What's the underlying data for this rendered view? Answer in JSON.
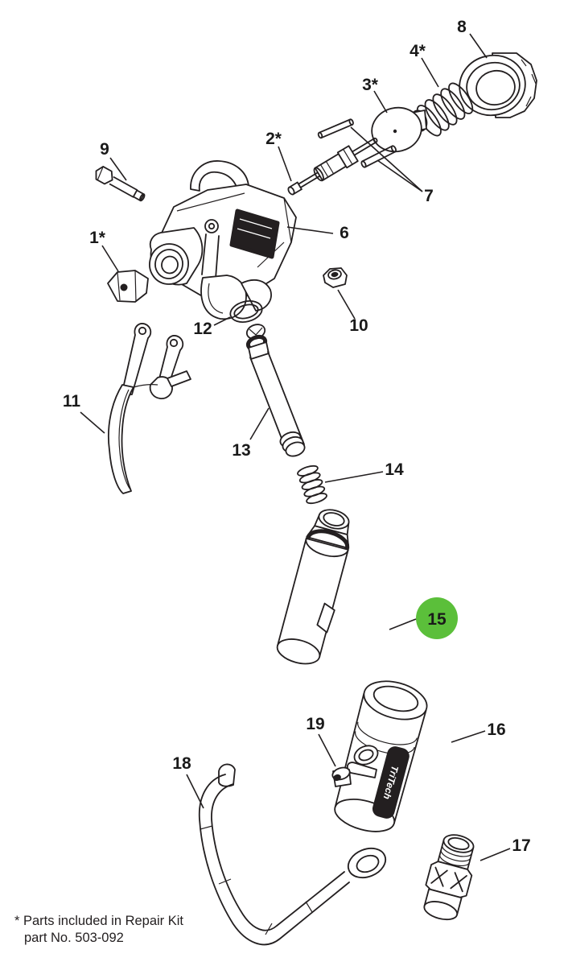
{
  "diagram": {
    "kind": "exploded-parts-diagram",
    "ink_color": "#231f20",
    "background_color": "#ffffff",
    "brand_label": "TriTech",
    "highlight": {
      "part": "15",
      "color": "#5bbf3a",
      "text_color": "#111111"
    },
    "callouts": {
      "p1": "1*",
      "p2": "2*",
      "p3": "3*",
      "p4": "4*",
      "p6": "6",
      "p7": "7",
      "p8": "8",
      "p9": "9",
      "p10": "10",
      "p11": "11",
      "p12": "12",
      "p13": "13",
      "p14": "14",
      "p15": "15",
      "p16": "16",
      "p17": "17",
      "p18": "18",
      "p19": "19"
    },
    "footnote": {
      "line1": "* Parts included in Repair Kit",
      "line2": "part No. 503-092"
    }
  }
}
